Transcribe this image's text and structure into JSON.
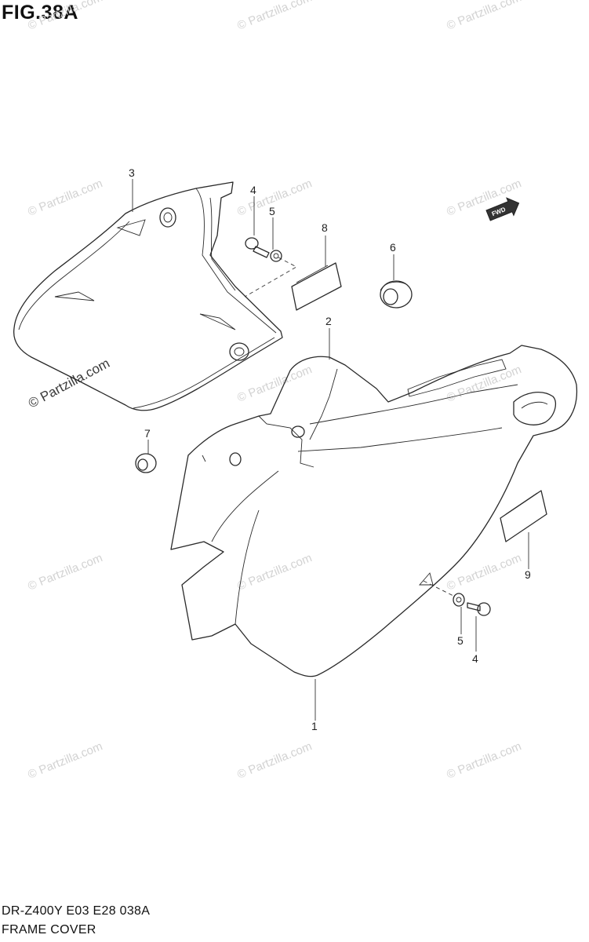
{
  "figure": {
    "title": "FIG.38A",
    "model_code": "DR-Z400Y E03 E28 038A",
    "section_name": "FRAME COVER"
  },
  "watermark": {
    "text": "© Partzilla.com"
  },
  "direction_badge": {
    "text": "FWD",
    "icon": "forward-arrow-icon"
  },
  "callouts": [
    {
      "id": "c1",
      "label": "1",
      "part": "frame-cover-right"
    },
    {
      "id": "c2",
      "label": "2",
      "part": "frame-cover-right-upper"
    },
    {
      "id": "c3",
      "label": "3",
      "part": "frame-cover-left"
    },
    {
      "id": "c4a",
      "label": "4",
      "part": "bolt"
    },
    {
      "id": "c4b",
      "label": "4",
      "part": "bolt"
    },
    {
      "id": "c5a",
      "label": "5",
      "part": "washer"
    },
    {
      "id": "c5b",
      "label": "5",
      "part": "washer"
    },
    {
      "id": "c6",
      "label": "6",
      "part": "grommet"
    },
    {
      "id": "c7",
      "label": "7",
      "part": "grommet-small"
    },
    {
      "id": "c8",
      "label": "8",
      "part": "cushion-pad"
    },
    {
      "id": "c9",
      "label": "9",
      "part": "cushion-pad"
    }
  ]
}
